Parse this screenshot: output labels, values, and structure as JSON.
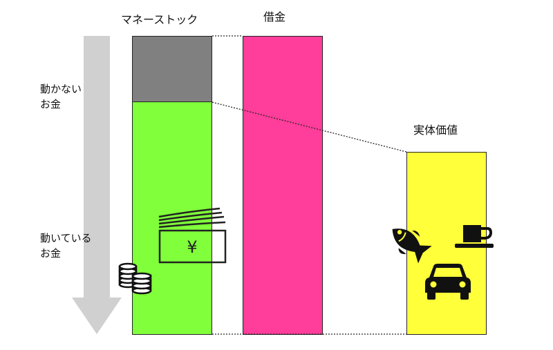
{
  "labels": {
    "money_stock": "マネーストック",
    "debt": "借金",
    "real_value": "実体価値",
    "idle_money": [
      "動かない",
      "お金"
    ],
    "active_money": [
      "動いている",
      "お金"
    ]
  },
  "colors": {
    "idle": "#808080",
    "active": "#80ff3a",
    "debt": "#ff3d9a",
    "real_value": "#ffff3a",
    "arrow": "#d0d0d0"
  },
  "icons": {
    "banknotes": "yen-banknote-icon",
    "banknote_symbol": "¥",
    "coins": "coin-stack-icon",
    "fish": "fish-icon",
    "cup": "coffee-cup-icon",
    "car": "car-icon"
  }
}
